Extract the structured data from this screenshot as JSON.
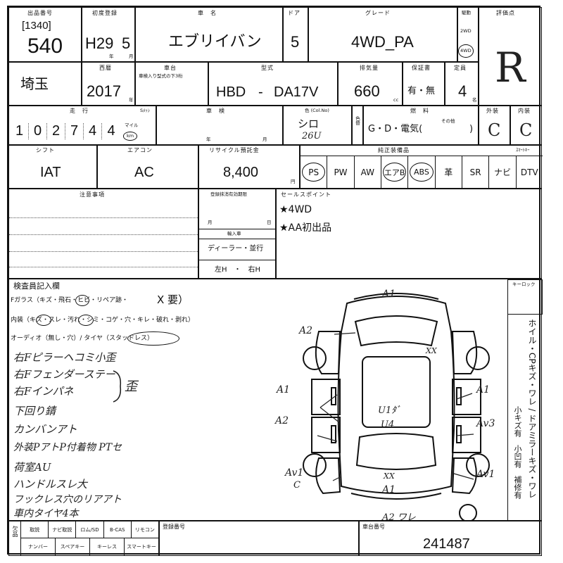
{
  "header": {
    "lot_label": "出品番号",
    "lot_sub": "[1340]",
    "lot": "540",
    "first_reg_label": "初度登録",
    "era": "H29",
    "month": "5",
    "year_unit": "年",
    "month_unit": "月",
    "model_label": "車　名",
    "model": "エブリイバン",
    "door_label": "ドア",
    "doors": "5",
    "grade_label": "グレード",
    "grade": "4WD_PA",
    "drive_label": "駆動",
    "drive_2wd": "2WD",
    "drive_4wd": "4WD",
    "score_label": "評価点",
    "score": "R"
  },
  "row2": {
    "western_label": "西暦",
    "year": "2017",
    "year_unit": "年",
    "chassis_label": "車台",
    "chassis_note": "車検入り型式の下3桁",
    "type_label": "型式",
    "type_prefix": "HBD",
    "type_dash": "-",
    "type_code": "DA17V",
    "displacement_label": "排気量",
    "displacement": "660",
    "cc": "cc",
    "warranty_label": "保証書",
    "warranty": "有・無",
    "capacity_label": "定員",
    "capacity": "4",
    "capacity_unit": "名",
    "prefecture": "埼玉"
  },
  "row3": {
    "mileage_label": "走　行",
    "mileage_digits": [
      "1",
      "0",
      "2",
      "7",
      "4",
      "4"
    ],
    "meter_label": "Sﾒｯｼ",
    "mile_label": "マイル",
    "km_label": "km",
    "inspection_label": "車　検",
    "year_unit": "年",
    "month_unit": "月",
    "color_label": "色 (Col.No)",
    "color": "シロ",
    "color_no": "26U",
    "repaint_label": "色替",
    "fuel_label": "燃　料",
    "fuel": "G・D・電気(",
    "fuel_other": "その他",
    "fuel_close": ")",
    "exterior_label": "外装",
    "interior_label": "内装",
    "exterior": "C",
    "interior": "C"
  },
  "row4": {
    "shift_label": "シフト",
    "shift": "IAT",
    "ac_label": "エアコン",
    "ac": "AC",
    "recycle_label": "リサイクル預託金",
    "recycle": "8,400",
    "yen": "円",
    "equip_label": "純正装備品",
    "equipment": [
      "PS",
      "PW",
      "AW",
      "エアB",
      "ABS",
      "革",
      "SR",
      "ナビ",
      "DTV"
    ],
    "circled": [
      true,
      false,
      false,
      true,
      true,
      false,
      false,
      false,
      false
    ],
    "key_label": "ｽﾏｰﾄｷｰ"
  },
  "row5": {
    "notes_label": "注意事項",
    "reg_expiry_label": "登録抹消有効期限",
    "month_unit": "月",
    "day_unit": "日",
    "import_label": "輸入車",
    "import_type": "ディーラー・並行",
    "handle": "左H　・　右H",
    "sales_label": "セールスポイント",
    "sales_points": [
      "★4WD",
      "★AA初出品"
    ]
  },
  "inspector": {
    "title": "検査員記入欄",
    "glass_line": "Fガラス（キズ・飛石・ヒビ・リペア跡・",
    "glass_mark": "X 要）",
    "interior_line": "内装（キズ・スレ・汚れ・シミ・コゲ・穴・キレ・破れ・剥れ）",
    "audio_line": "オーディオ（無し・穴）/ タイヤ（スタッドレス）",
    "notes": [
      "右Fピラーヘコミ小歪",
      "右Fフェンダーステー",
      "右Fインパネ",
      "下回り錆",
      "カンバンアト",
      "外装PアトP付着物 PTセ",
      "荷室AU",
      "ハンドルスレ大",
      "フックレス穴のリアアト",
      "車内タイヤ4本"
    ],
    "bracket_note": "歪"
  },
  "diagram": {
    "marks": [
      "A1",
      "A2",
      "A1",
      "A1",
      "A2",
      "Av3",
      "U1ﾀﾞ",
      "U4",
      "XX",
      "Av1",
      "C",
      "Av1",
      "A1",
      "XX",
      "A2 ワレ"
    ],
    "keylock_label": "キーロック"
  },
  "side_text": {
    "line1": "ホイル・CPキズ・ワレ / ドアミラーキズ・ワレ",
    "line2": "小キズ有　小凹有　補修有"
  },
  "footer": {
    "missing_label": "欠品",
    "items_row1": [
      "取説",
      "ナビ取説",
      "ロム/SD",
      "B-CAS",
      "リモコン"
    ],
    "items_row2": [
      "ナンバー",
      "スペアキー",
      "キーレス",
      "スマートキー"
    ],
    "reg_no_label": "登録番号",
    "chassis_no_label": "車台番号",
    "chassis_no": "241487"
  }
}
